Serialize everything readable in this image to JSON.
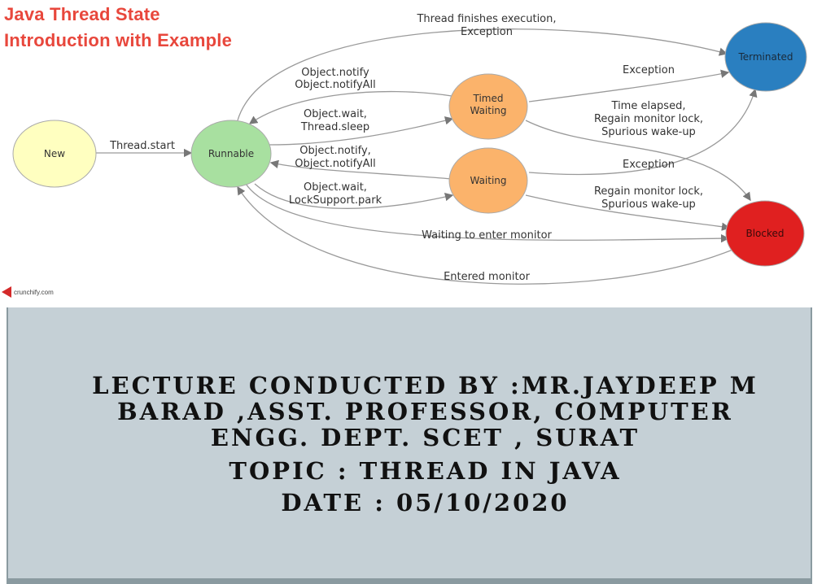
{
  "diagram": {
    "title_line1": "Java Thread State",
    "title_line2": "Introduction with Example",
    "logo_text": "crunchify.com",
    "states": {
      "new": "New",
      "runnable": "Runnable",
      "timed_waiting_line1": "Timed",
      "timed_waiting_line2": "Waiting",
      "waiting": "Waiting",
      "terminated": "Terminated",
      "blocked": "Blocked"
    },
    "colors": {
      "new": "#ffffc0",
      "runnable": "#a8e0a0",
      "timed_waiting": "#fbb36b",
      "waiting": "#fbb36b",
      "terminated": "#2a7fc0",
      "blocked": "#e02020",
      "title": "#e8473c"
    },
    "transitions": {
      "finishes_line1": "Thread finishes execution,",
      "finishes_line2": "Exception",
      "notify1_line1": "Object.notify",
      "notify1_line2": "Object.notifyAll",
      "wait_sleep_line1": "Object.wait,",
      "wait_sleep_line2": "Thread.sleep",
      "thread_start": "Thread.start",
      "notify2_line1": "Object.notify,",
      "notify2_line2": "Object.notifyAll",
      "wait_park_line1": "Object.wait,",
      "wait_park_line2": "LockSupport.park",
      "exception1": "Exception",
      "time_elapsed_line1": "Time elapsed,",
      "time_elapsed_line2": "Regain monitor lock,",
      "time_elapsed_line3": "Spurious wake-up",
      "exception2": "Exception",
      "regain_line1": "Regain monitor lock,",
      "regain_line2": "Spurious wake-up",
      "waiting_to_enter": "Waiting to enter monitor",
      "entered_monitor": "Entered monitor"
    }
  },
  "lecture": {
    "line1": "LECTURE CONDUCTED BY :MR.JAYDEEP M",
    "line2": "BARAD ,ASST. PROFESSOR, COMPUTER",
    "line3": "ENGG. DEPT. SCET , SURAT",
    "topic": "TOPIC : THREAD IN JAVA",
    "date": "DATE : 05/10/2020"
  }
}
